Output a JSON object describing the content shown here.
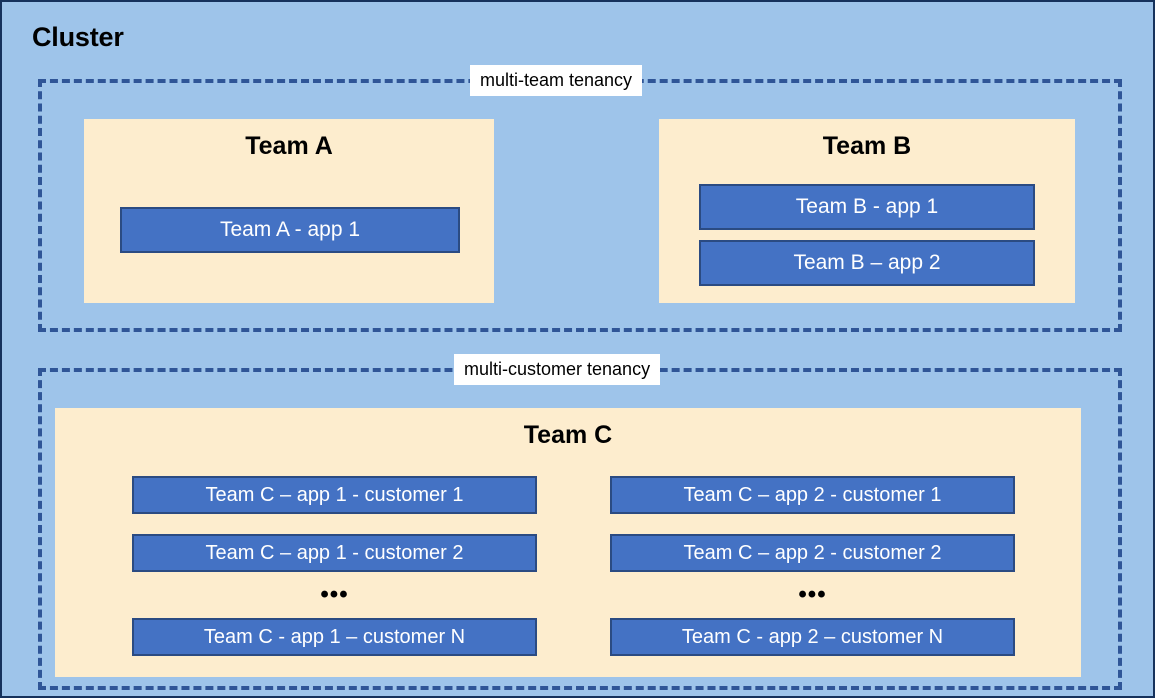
{
  "diagram": {
    "title": "Cluster",
    "background_color": "#9EC4EA",
    "dashed_border_color": "#2F5597",
    "team_box_color": "#FDEDCE",
    "app_box_color": "#4472C4",
    "app_box_border_color": "#2B4B82",
    "app_text_color": "#FFFFFF"
  },
  "groups": {
    "multi_team": {
      "label": "multi-team tenancy",
      "teams": [
        {
          "title": "Team A",
          "apps": [
            {
              "label": "Team A - app 1"
            }
          ]
        },
        {
          "title": "Team B",
          "apps": [
            {
              "label": "Team B - app 1"
            },
            {
              "label": "Team B – app 2"
            }
          ]
        }
      ]
    },
    "multi_customer": {
      "label": "multi-customer tenancy",
      "teams": [
        {
          "title": "Team C",
          "columns": [
            {
              "name": "app-1-column",
              "apps": [
                {
                  "label": "Team C – app 1 - customer 1"
                },
                {
                  "label": "Team C – app 1 - customer 2"
                },
                {
                  "label": "Team C - app 1 – customer N"
                }
              ],
              "ellipsis": "•••"
            },
            {
              "name": "app-2-column",
              "apps": [
                {
                  "label": "Team C – app 2 - customer 1"
                },
                {
                  "label": "Team C – app 2 - customer 2"
                },
                {
                  "label": "Team C - app 2 – customer N"
                }
              ],
              "ellipsis": "•••"
            }
          ]
        }
      ]
    }
  }
}
